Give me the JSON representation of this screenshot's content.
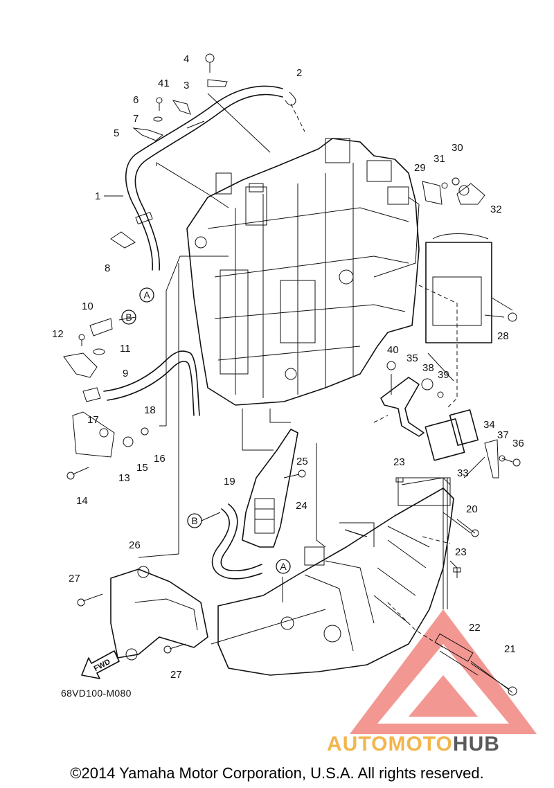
{
  "diagram": {
    "part_code": "68VD100-M080",
    "fwd_label": "FWD",
    "copyright": "©2014 Yamaha Motor Corporation, U.S.A. All rights reserved.",
    "watermark": {
      "part1": "AUTOMOTO",
      "part2": "HUB",
      "color1": "#f2b64d",
      "color2": "#5a5a5a",
      "logo_color": "#e8433a"
    },
    "callouts": [
      "1",
      "2",
      "3",
      "4",
      "5",
      "6",
      "7",
      "8",
      "9",
      "10",
      "11",
      "12",
      "13",
      "14",
      "15",
      "16",
      "17",
      "18",
      "19",
      "20",
      "21",
      "22",
      "23",
      "23",
      "24",
      "25",
      "26",
      "27",
      "27",
      "28",
      "29",
      "30",
      "31",
      "32",
      "33",
      "34",
      "35",
      "36",
      "37",
      "38",
      "39",
      "40",
      "41"
    ],
    "refs": [
      "A",
      "A",
      "B",
      "B"
    ]
  }
}
